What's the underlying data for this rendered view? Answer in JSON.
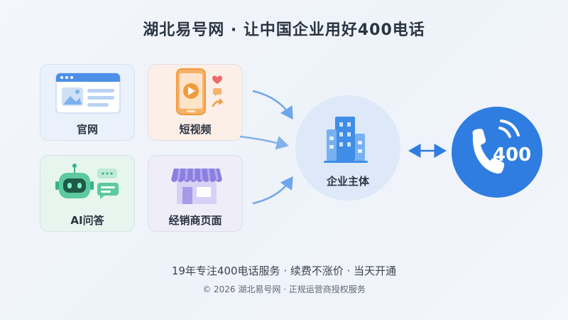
{
  "header": {
    "title": "湖北易号网 · 让中国企业用好400电话"
  },
  "channels": [
    {
      "label": "官网",
      "icon": "website-icon"
    },
    {
      "label": "短视频",
      "icon": "short-video-icon"
    },
    {
      "label": "AI问答",
      "icon": "ai-robot-icon"
    },
    {
      "label": "经销商页面",
      "icon": "storefront-icon"
    }
  ],
  "hub": {
    "label": "企业主体",
    "icon": "building-icon"
  },
  "phone": {
    "number": "400",
    "icon": "phone-icon"
  },
  "footer": {
    "line1": "19年专注400电话服务 · 续费不涨价 · 当天开通",
    "line2": "© 2026 湖北易号网 · 正规运营商授权服务"
  },
  "colors": {
    "accent_blue": "#2f7de1",
    "hub_bg": "#dde9f8",
    "video_orange": "#f39a3b",
    "ai_green": "#35b38a",
    "shop_purple": "#8c7fe0"
  }
}
